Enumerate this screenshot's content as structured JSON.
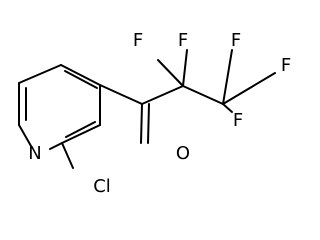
{
  "molecule": {
    "atoms": {
      "F_top_left": "F",
      "F_top_mid": "F",
      "F_top_right": "F",
      "F_right": "F",
      "F_lower": "F",
      "O": "O",
      "N": "N",
      "Cl": "Cl"
    }
  }
}
